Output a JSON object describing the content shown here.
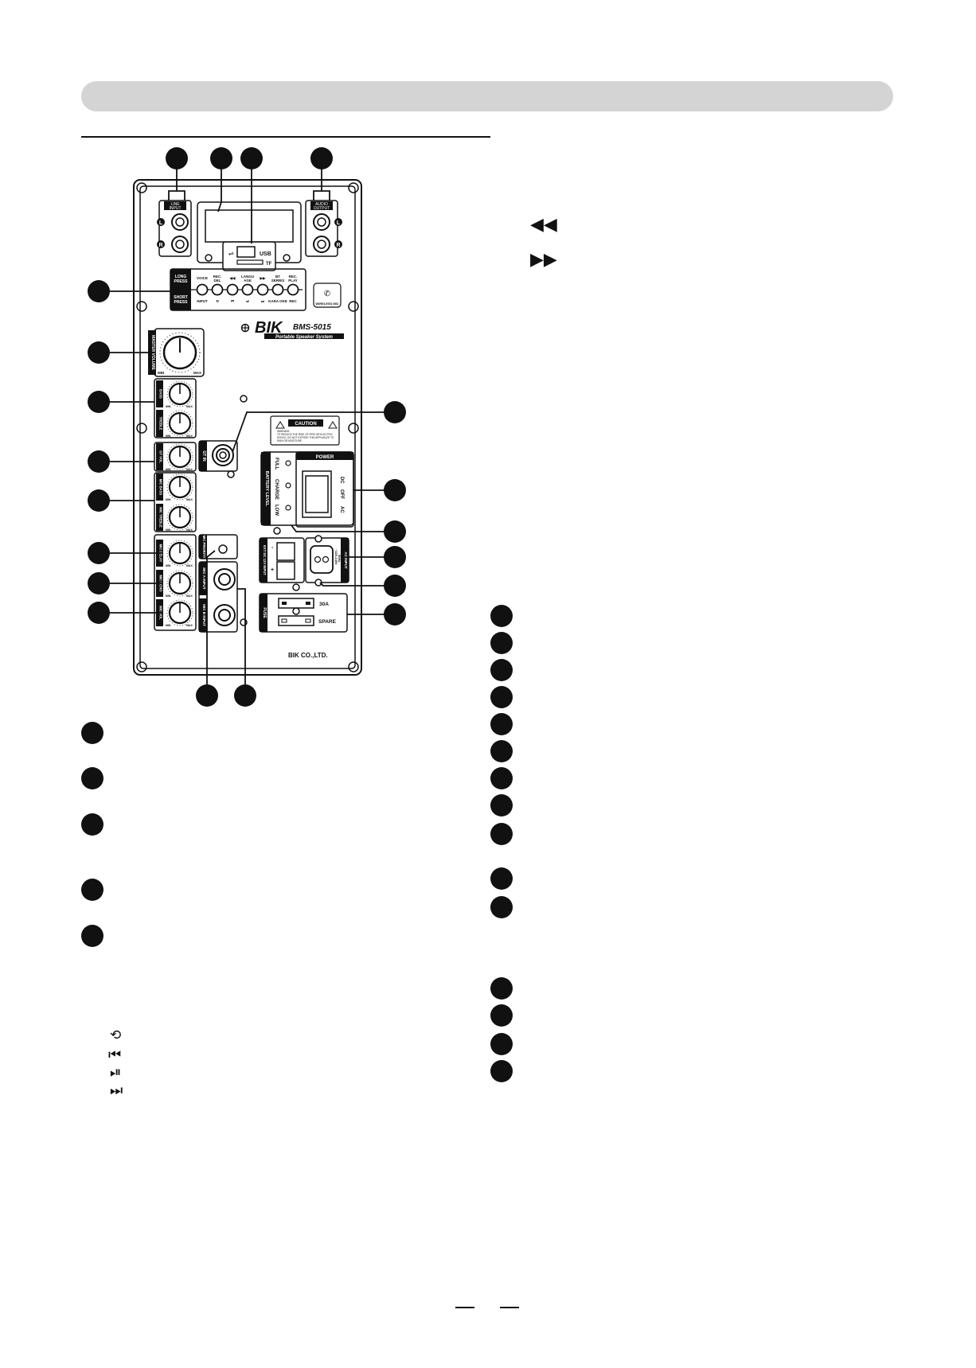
{
  "panel": {
    "line_input": [
      "LINE",
      "INPUT"
    ],
    "audio_output": [
      "AUDIO",
      "OUTPUT"
    ],
    "left_mark": "L",
    "right_mark": "R",
    "usb": "USB",
    "tf": "TF",
    "long_press": [
      "LONG",
      "PRESS"
    ],
    "short_press": [
      "SHORT",
      "PRESS"
    ],
    "long_labels": [
      [
        "VOICE"
      ],
      [
        "REC.",
        "DEL"
      ],
      [
        "◀◀"
      ],
      [
        "LANGU",
        "AGE"
      ],
      [
        "▶▶"
      ],
      [
        "BT",
        "SERIES"
      ],
      [
        "REC.",
        "PLAY"
      ]
    ],
    "short_labels": [
      "INPUT",
      "⟲",
      "⏮",
      "⏯",
      "⏭",
      "KARA OKE",
      "REC"
    ],
    "short_sub": "OKE",
    "wireless_mic": "WIRELESS MIC",
    "brand": "BIK",
    "model": "BMS-5015",
    "tagline": "Portable Speaker System",
    "master_volume": "MASTER VOLUME",
    "knob_min": "MIN",
    "knob_max": "MAX",
    "knobs": [
      "BASS",
      "TREBLE",
      "GT VOL",
      "MIC BASS",
      "MIC TREBLE",
      "MIC DELAY",
      "MIC ECHO",
      "MIC VOL"
    ],
    "gt_in": "GT IN",
    "mic_priority": "MIC PRIORITY",
    "mic_a_input": "MIC A INPUT",
    "mic_b_input": "MIC B INPUT",
    "caution": "CAUTION",
    "caution_text": [
      "WARNING:",
      "TO REDUCE THE RISK OF FIRE OR ELECTRIC",
      "SHOCK, DO NOT EXPOSE THIS APPLIANCE TO",
      "RAIN OR MOISTURE"
    ],
    "power": "POWER",
    "power_dc": "DC",
    "power_off": "OFF",
    "power_ac": "AC",
    "battery_level": "BATTERY LEVEL",
    "full": "FULL",
    "charge": "CHARGE",
    "low": "LOW",
    "ext_dc": "EXT DC 12V INPUT",
    "minus": "-",
    "plus": "+",
    "ac_input": "AC INPUT",
    "ac_voltage": "~220-240V",
    "ac_freq": "50Hz",
    "fuse": "FUSE",
    "fuse_30a": "30A",
    "spare": "SPARE",
    "company": "BIK CO.,LTD."
  },
  "legend_symbols": [
    "◀◀",
    "▶▶"
  ],
  "left_symbols": [
    "⟲",
    "⏮",
    "⏯",
    "⏭"
  ]
}
